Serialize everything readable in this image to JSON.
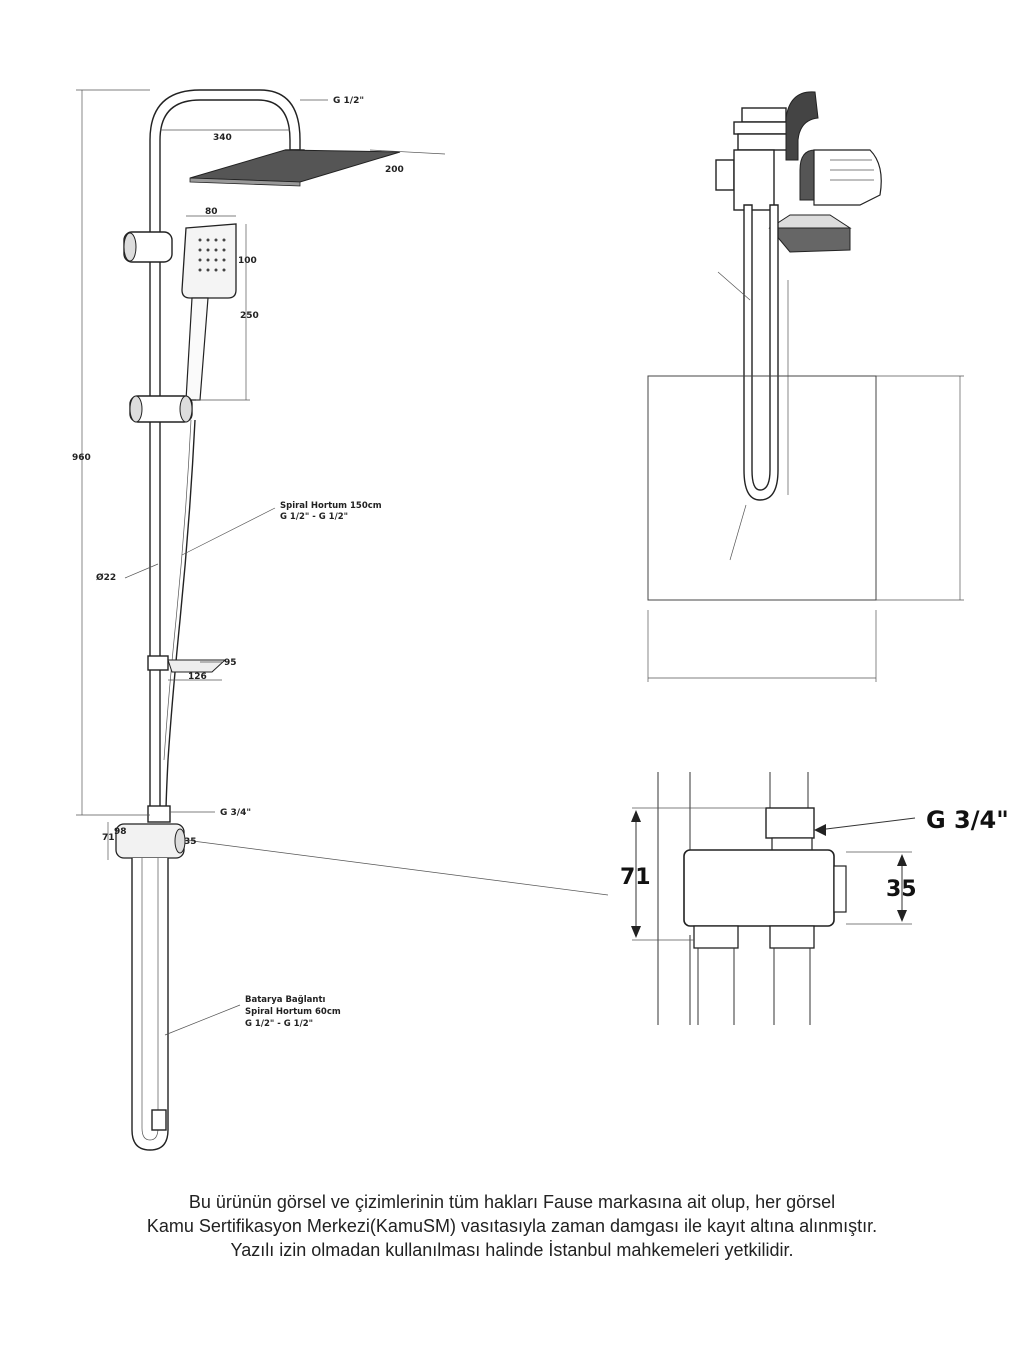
{
  "labels": {
    "top_inlet": "G 1/2\"",
    "arm_width": "340",
    "head_depth": "200",
    "hand_width": "80",
    "hand_height": "100",
    "hand_length": "250",
    "total_height": "960",
    "spiral_hose_line1": "Spiral Hortum 150cm",
    "spiral_hose_line2": "G 1/2\" - G 1/2\"",
    "pipe_diameter": "Ø22",
    "soap_height": "95",
    "soap_width": "126",
    "valve_connection": "G 3/4\"",
    "valve_height_left": "71",
    "valve_depth": "98",
    "valve_body_right": "35",
    "battery_line1": "Batarya Bağlantı",
    "battery_line2": "Spiral Hortum 60cm",
    "battery_line3": "G 1/2\" - G 1/2\""
  },
  "detail": {
    "connection": "G 3/4\"",
    "height": "71",
    "body": "35"
  },
  "disclaimer": {
    "line1": "Bu ürünün görsel ve çizimlerinin tüm hakları Fause markasına ait olup, her görsel",
    "line2": "Kamu Sertifikasyon Merkezi(KamuSM) vasıtasıyla zaman damgası ile kayıt altına alınmıştır.",
    "line3": "Yazılı izin olmadan kullanılması halinde İstanbul mahkemeleri yetkilidir."
  }
}
